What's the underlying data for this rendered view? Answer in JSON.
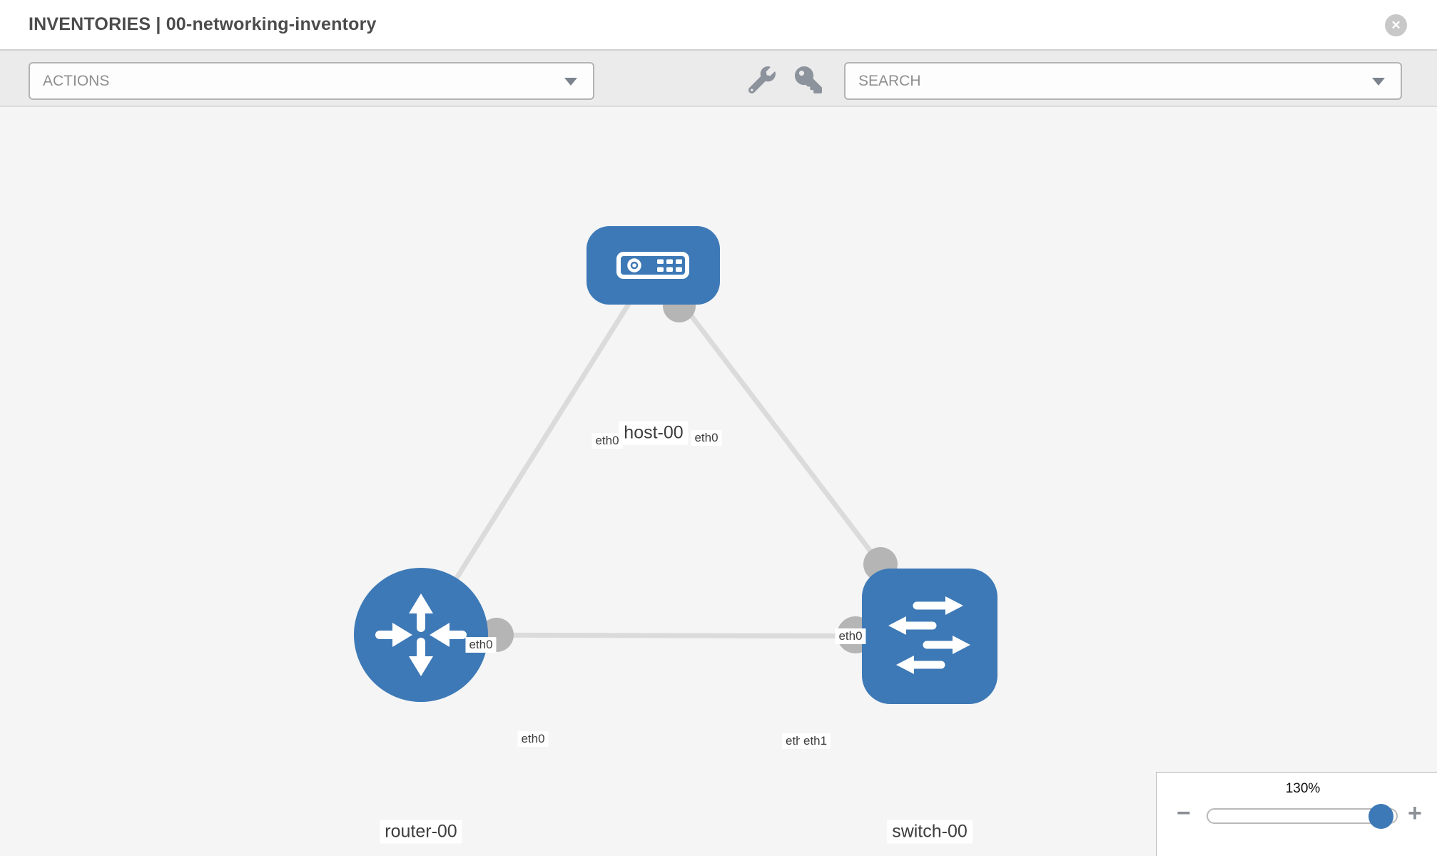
{
  "header": {
    "title": "INVENTORIES | 00-networking-inventory",
    "close_label": "✕"
  },
  "toolbar": {
    "actions_placeholder": "ACTIONS",
    "search_placeholder": "SEARCH"
  },
  "topology": {
    "nodes": {
      "host": {
        "label": "host-00",
        "type": "host"
      },
      "router": {
        "label": "router-00",
        "type": "router"
      },
      "switch": {
        "label": "switch-00",
        "type": "switch"
      }
    },
    "port_labels": {
      "host_to_router": "eth0",
      "host_to_switch": "eth0",
      "router_to_host": "eth0",
      "router_to_switch": "eth0",
      "switch_to_host": "eth0",
      "switch_to_router_hidden": "eth0",
      "switch_to_router": "eth1"
    },
    "links": [
      {
        "source": "host-00",
        "source_port": "eth0",
        "target": "router-00",
        "target_port": "eth0"
      },
      {
        "source": "host-00",
        "source_port": "eth0",
        "target": "switch-00",
        "target_port": "eth0"
      },
      {
        "source": "router-00",
        "source_port": "eth0",
        "target": "switch-00",
        "target_port": "eth1"
      }
    ]
  },
  "zoom_control": {
    "value": "130%",
    "zoom_out_label": "−",
    "zoom_in_label": "+"
  },
  "colors": {
    "node_blue": "#3d79b6",
    "connector_gray": "#b5b5b5",
    "edge_gray": "#dbdbdb",
    "canvas_bg": "#f5f5f6",
    "toolbar_bg": "#ebebeb"
  }
}
